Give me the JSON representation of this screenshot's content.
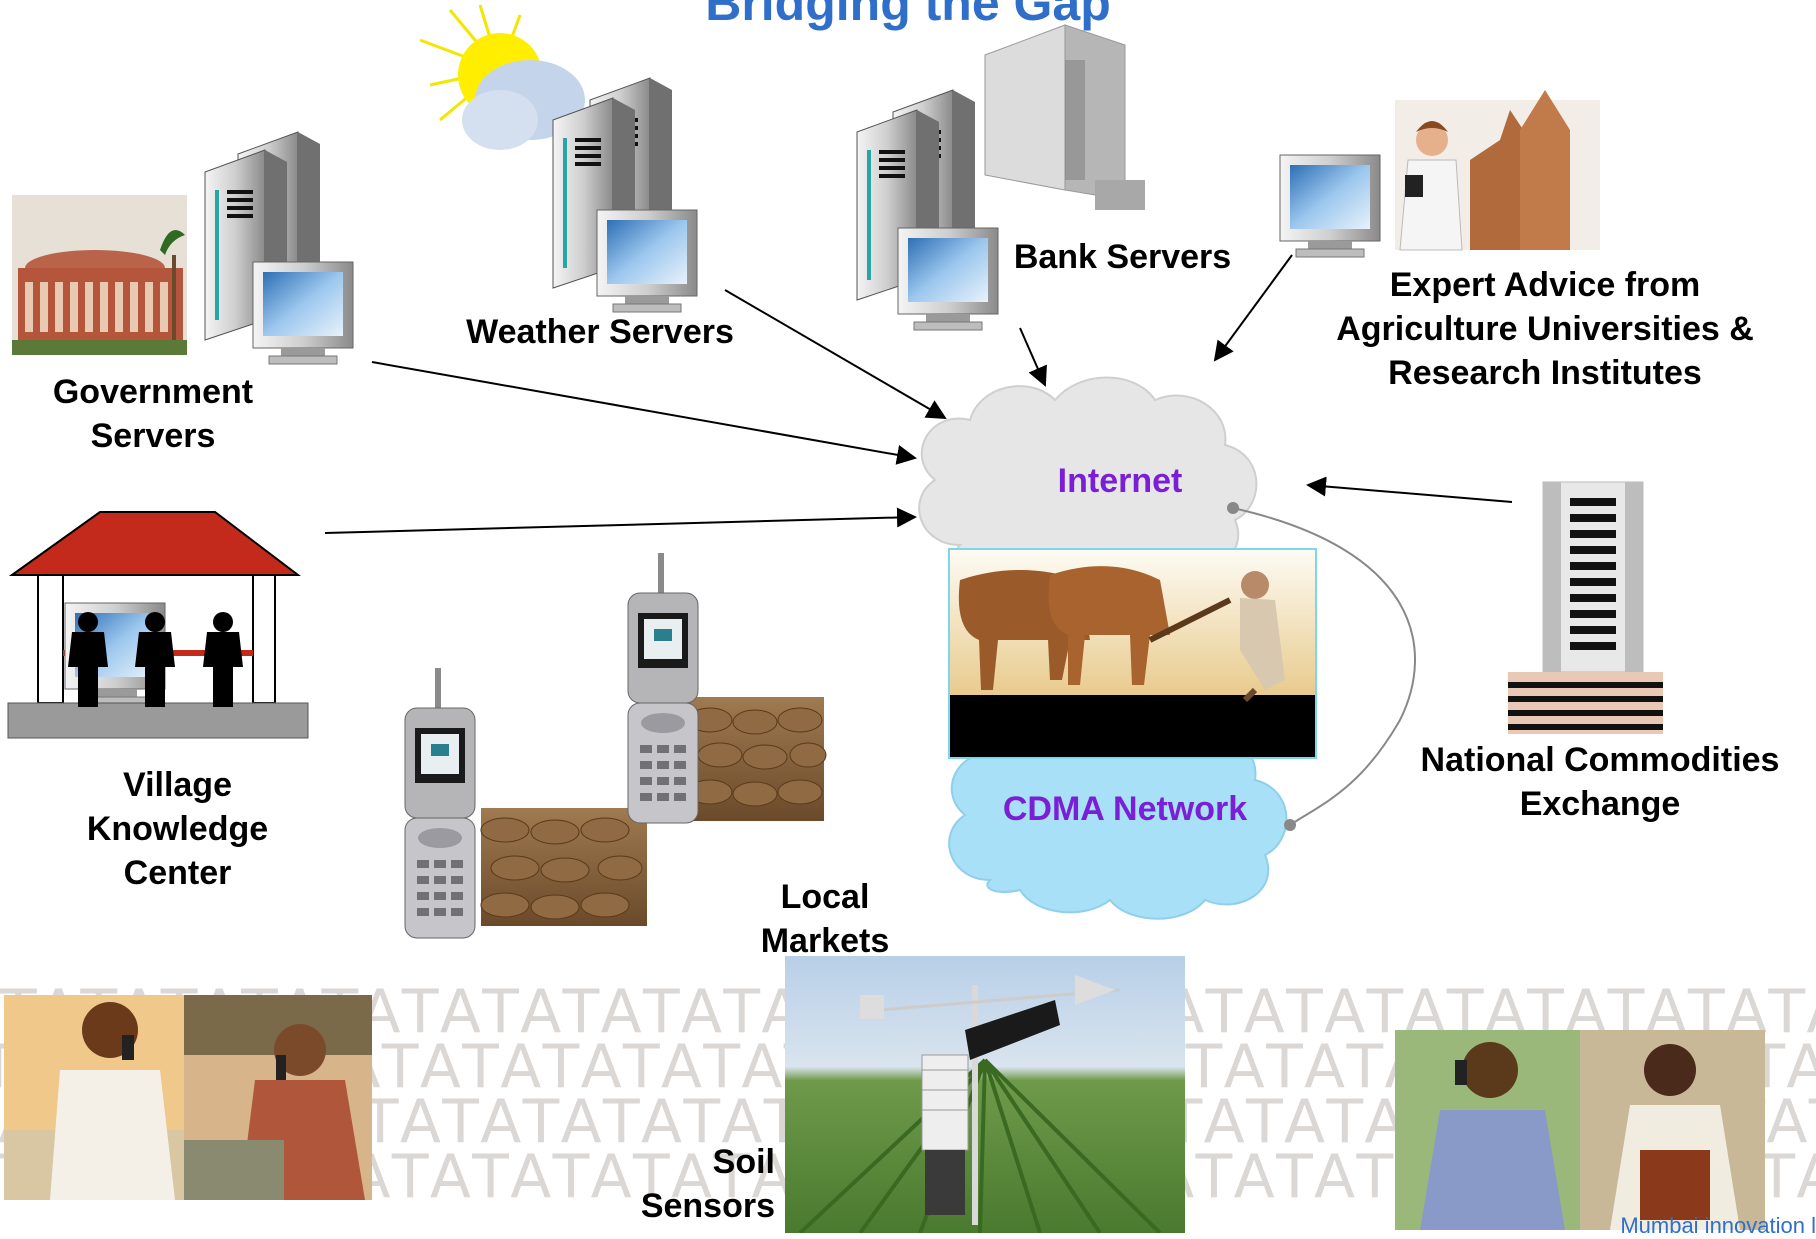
{
  "title": "Bridging the Gap",
  "labels": {
    "government": "Government Servers",
    "weather": "Weather Servers",
    "bank": "Bank Servers",
    "expert": "Expert Advice from Agriculture Universities & Research Institutes",
    "internet": "Internet",
    "cdma": "CDMA Network",
    "village": "Village Knowledge Center",
    "commodities": "National Commodities Exchange",
    "markets": "Local Markets",
    "soil": "Soil Sensors"
  },
  "watermark": "TATATATATATATATATATATATATATATATATATATATATATATATATATA",
  "footer": "Mumbai innovation l",
  "colors": {
    "title": "#2f6fc9",
    "cloud_text": "#7a1fd6",
    "roof": "#c42a1c",
    "cdma_cloud": "#a8e0f8"
  }
}
